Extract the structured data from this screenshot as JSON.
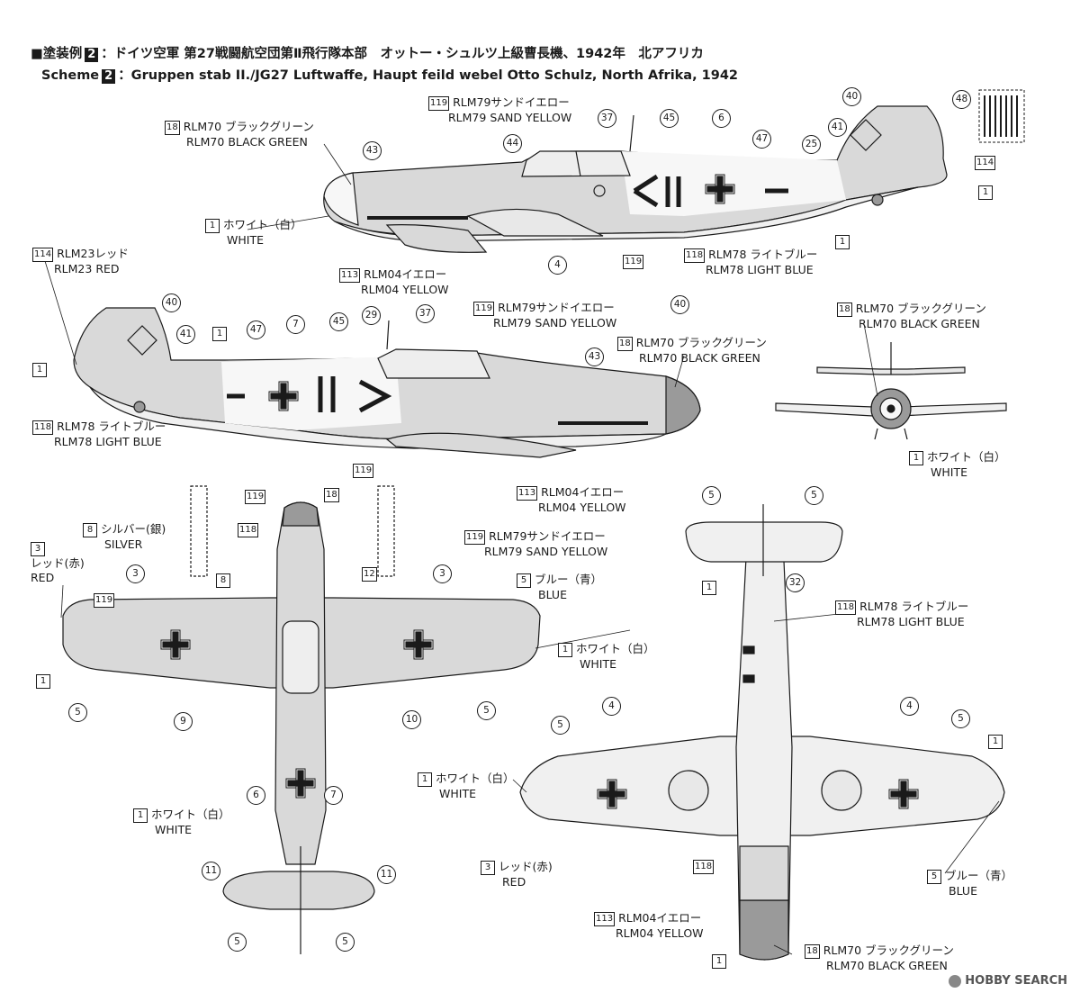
{
  "header": {
    "jp_prefix": "■塗装例",
    "scheme_num": "2",
    "jp_text": "：ドイツ空軍 第27戦闘航空団第Ⅱ飛行隊本部　オットー・シュルツ上級曹長機、1942年　北アフリカ",
    "en_prefix": "Scheme",
    "en_text": "：Gruppen stab II./JG27  Luftwaffe, Haupt feild webel Otto Schulz, North Afrika, 1942"
  },
  "callouts": [
    {
      "badge": "18",
      "jp": "RLM70 ブラックグリーン",
      "en": "RLM70 BLACK GREEN"
    },
    {
      "badge": "119",
      "jp": "RLM79サンドイエロー",
      "en": "RLM79 SAND YELLOW"
    },
    {
      "badge": "1",
      "jp": "ホワイト（白）",
      "en": "WHITE"
    },
    {
      "badge": "113",
      "jp": "RLM04イエロー",
      "en": "RLM04 YELLOW"
    },
    {
      "badge": "118",
      "jp": "RLM78 ライトブルー",
      "en": "RLM78 LIGHT BLUE"
    },
    {
      "badge": "114",
      "jp": "RLM23レッド",
      "en": "RLM23 RED"
    },
    {
      "badge": "119",
      "jp": "RLM79サンドイエロー",
      "en": "RLM79 SAND YELLOW"
    },
    {
      "badge": "18",
      "jp": "RLM70 ブラックグリーン",
      "en": "RLM70 BLACK GREEN"
    },
    {
      "badge": "118",
      "jp": "RLM78 ライトブルー",
      "en": "RLM78 LIGHT BLUE"
    },
    {
      "badge": "18",
      "jp": "RLM70 ブラックグリーン",
      "en": "RLM70 BLACK GREEN"
    },
    {
      "badge": "1",
      "jp": "ホワイト（白）",
      "en": "WHITE"
    },
    {
      "badge": "113",
      "jp": "RLM04イエロー",
      "en": "RLM04 YELLOW"
    },
    {
      "badge": "8",
      "jp": "シルバー(銀)",
      "en": "SILVER"
    },
    {
      "badge": "3",
      "jp": "レッド(赤)",
      "en": "RED"
    },
    {
      "badge": "119",
      "jp": "RLM79サンドイエロー",
      "en": "RLM79 SAND YELLOW"
    },
    {
      "badge": "5",
      "jp": "ブルー（青）",
      "en": "BLUE"
    },
    {
      "badge": "1",
      "jp": "ホワイト（白）",
      "en": "WHITE"
    },
    {
      "badge": "1",
      "jp": "ホワイト（白）",
      "en": "WHITE"
    },
    {
      "badge": "118",
      "jp": "RLM78 ライトブルー",
      "en": "RLM78 LIGHT BLUE"
    },
    {
      "badge": "1",
      "jp": "ホワイト（白）",
      "en": "WHITE"
    },
    {
      "badge": "3",
      "jp": "レッド(赤)",
      "en": "RED"
    },
    {
      "badge": "5",
      "jp": "ブルー（青）",
      "en": "BLUE"
    },
    {
      "badge": "113",
      "jp": "RLM04イエロー",
      "en": "RLM04 YELLOW"
    },
    {
      "badge": "18",
      "jp": "RLM70 ブラックグリーン",
      "en": "RLM70 BLACK GREEN"
    }
  ],
  "numbers": {
    "a": [
      "43",
      "37",
      "44",
      "45",
      "6",
      "47",
      "40",
      "41",
      "25",
      "48",
      "114",
      "1",
      "1",
      "119",
      "4",
      "1"
    ],
    "b": [
      "40",
      "41",
      "1",
      "47",
      "7",
      "45",
      "29",
      "37",
      "40",
      "43",
      "1",
      "119"
    ],
    "c": [
      "119",
      "18",
      "118",
      "8",
      "3",
      "12",
      "3",
      "119",
      "1",
      "5",
      "9",
      "10",
      "5",
      "6",
      "7",
      "11",
      "11",
      "5",
      "5"
    ],
    "d": [
      "5",
      "5",
      "32",
      "1",
      "118",
      "4",
      "4",
      "5",
      "5",
      "1",
      "118",
      "1"
    ]
  },
  "watermark": "HOBBY SEARCH",
  "colors": {
    "sand": "#d9d9d9",
    "blue_under": "#f0f0f0",
    "green": "#9a9a9a",
    "line": "#1a1a1a"
  }
}
